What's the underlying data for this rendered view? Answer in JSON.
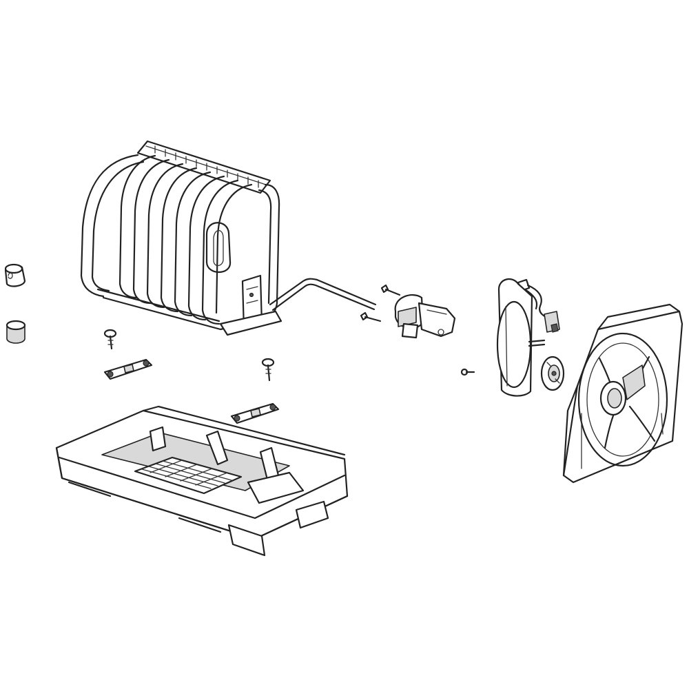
{
  "diagram": {
    "type": "exploded-parts-view",
    "background": "#ffffff",
    "line_color": "#222222",
    "parts": [
      {
        "id": "evaporator-coil"
      },
      {
        "id": "evaporator-inlet-tube"
      },
      {
        "id": "tube-clamp-bracket"
      },
      {
        "id": "bracket-screws"
      },
      {
        "id": "defrost-thermostat"
      },
      {
        "id": "fan-motor"
      },
      {
        "id": "motor-screw"
      },
      {
        "id": "fan-blade"
      },
      {
        "id": "fan-shroud"
      },
      {
        "id": "mounting-screws"
      },
      {
        "id": "heater-strip-clips"
      },
      {
        "id": "drain-pan"
      },
      {
        "id": "insulation-plugs"
      }
    ]
  }
}
